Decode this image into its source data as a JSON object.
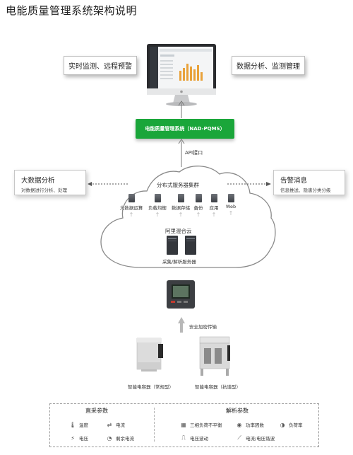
{
  "title": "电能质量管理系统架构说明",
  "top_left_box": "实时监测、远程预警",
  "top_right_box": "数据分析、监测管理",
  "system_box": "电能质量管理系统（NAD-PQMS）",
  "api_label": "API接口",
  "big_data": {
    "title": "大数据分析",
    "desc": "对数据进行分析、处理"
  },
  "alarm": {
    "title": "告警消息",
    "desc": "信息推送、隐患分类分级"
  },
  "cloud": {
    "cluster_title": "分布式服务器集群",
    "services": [
      "大数据运算",
      "负载均衡",
      "数据存储",
      "备份",
      "应用",
      "Web"
    ],
    "cloud_name": "阿里混合云",
    "collector_label": "采集/解析服务器"
  },
  "secure_label": "安全加密传输",
  "devices": {
    "left_label": "智能电容器（常规型）",
    "right_label": "智能电容器（抗谐型）"
  },
  "params": {
    "collect_title": "直采参数",
    "analysis_title": "解析参数",
    "collect": [
      {
        "icon": "thermometer-icon",
        "label": "温度"
      },
      {
        "icon": "shuffle-icon",
        "label": "电流"
      },
      {
        "icon": "bolt-icon",
        "label": "电压"
      },
      {
        "icon": "gauge-icon",
        "label": "剩余电流"
      }
    ],
    "analysis": [
      {
        "icon": "phase-icon",
        "label": "三相负荷不平衡"
      },
      {
        "icon": "power-factor-icon",
        "label": "功率因数"
      },
      {
        "icon": "load-rate-icon",
        "label": "负荷率"
      },
      {
        "icon": "wave-icon",
        "label": "电压波动"
      },
      {
        "icon": "harmonic-icon",
        "label": "电流/电压谐波"
      }
    ]
  }
}
